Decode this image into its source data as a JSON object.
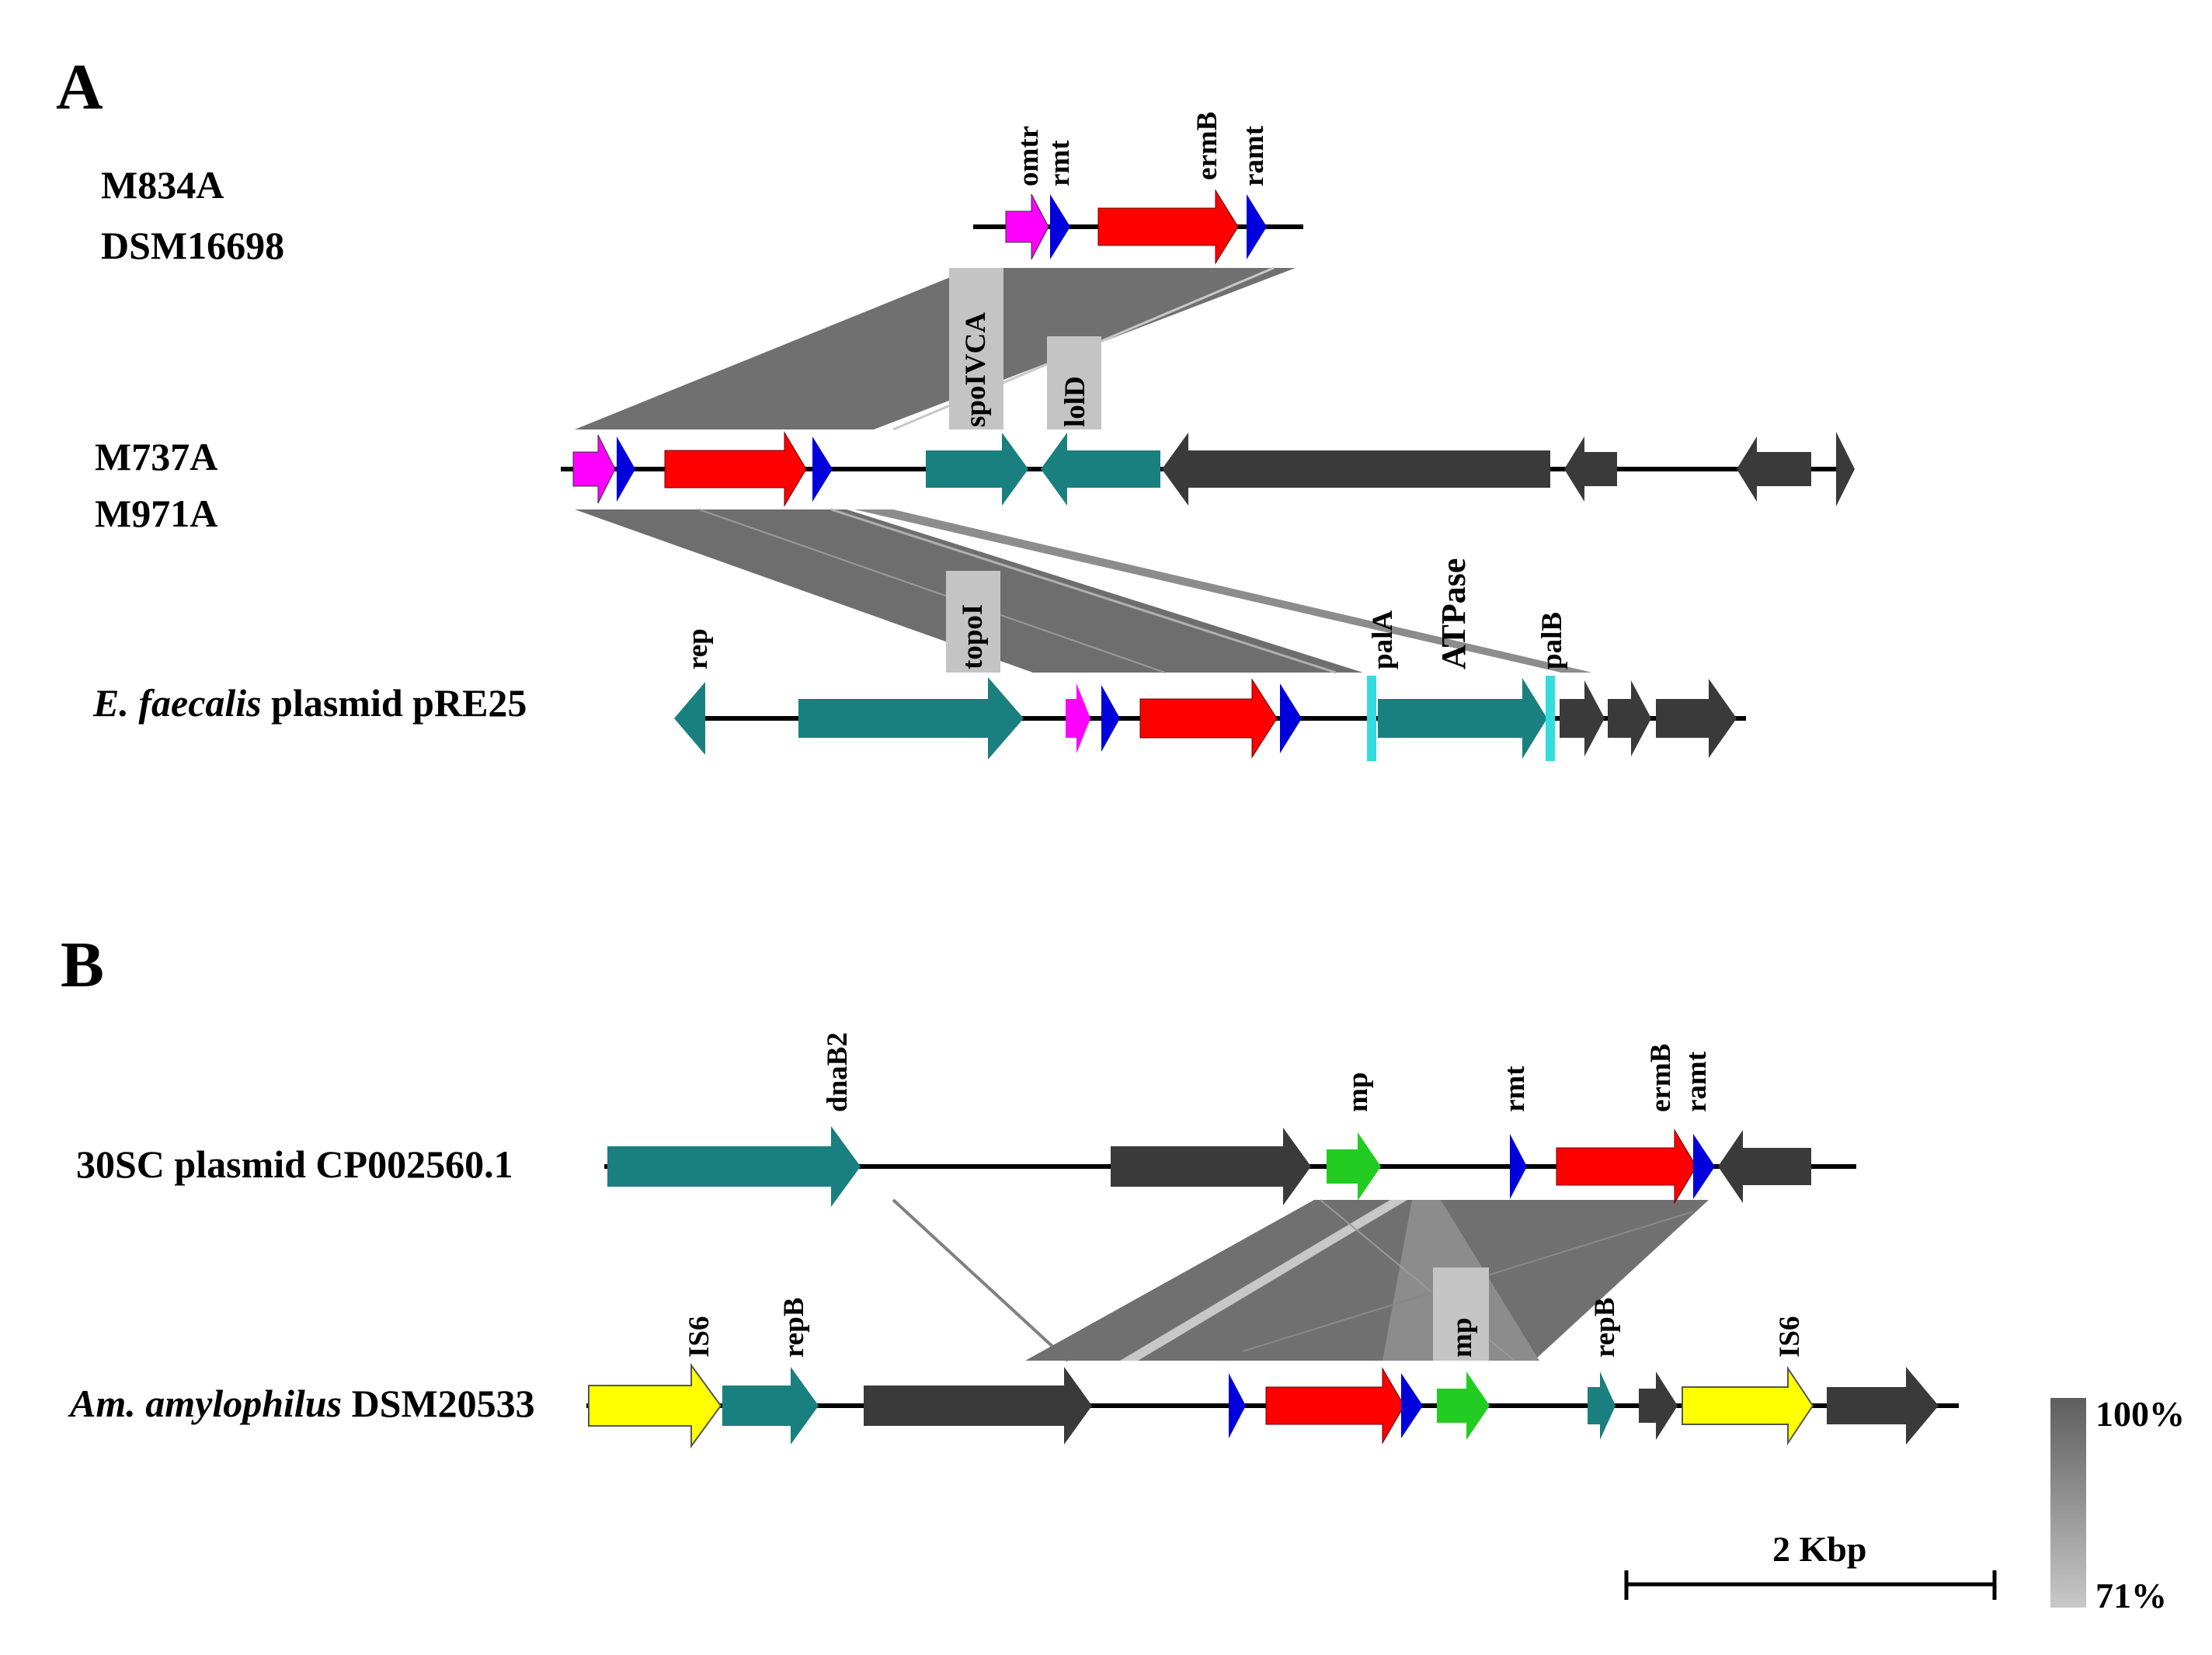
{
  "panels": [
    {
      "letter": "A"
    },
    {
      "letter": "B"
    }
  ],
  "track_labels": {
    "m834a": "M834A",
    "dsm16698": "DSM16698",
    "m737a": "M737A",
    "m971a": "M971A",
    "pre25_italic": "E. faecalis",
    "pre25_rest": " plasmid pRE25",
    "cp002560": "30SC plasmid CP002560.1",
    "dsm20533_italic": "Am. amylophilus",
    "dsm20533_rest": " DSM20533"
  },
  "gene_labels": {
    "omtr": "omtr",
    "rmt_a": "rmt",
    "ermb_a": "ermB",
    "ramt_a": "ramt",
    "spoivca": "spoIVCA",
    "lold": "lolD",
    "rep": "rep",
    "topoi": "topoI",
    "pala": "palA",
    "atpase": "ATPase",
    "palb": "palB",
    "dnab2": "dnaB2",
    "mp_b1": "mp",
    "rmt_b": "rmt",
    "ermb_b": "ermB",
    "ramt_b": "ramt",
    "is6_1": "IS6",
    "repb_1": "repB",
    "mp_b2": "mp",
    "repb_2": "repB",
    "is6_2": "IS6"
  },
  "legend": {
    "identity_max": "100%",
    "identity_min": "71%",
    "scale_label": "2 Kbp"
  },
  "colors": {
    "teal": "#1a7f7f",
    "dark": "#3a3a3a",
    "red": "#ff0000",
    "blue": "#0000dd",
    "magenta": "#ff00ff",
    "green": "#22cc22",
    "yellow": "#ffff00",
    "cyan": "#33dddd",
    "homology_high": "#6e6e6e",
    "homology_low": "#bdbdbd"
  }
}
